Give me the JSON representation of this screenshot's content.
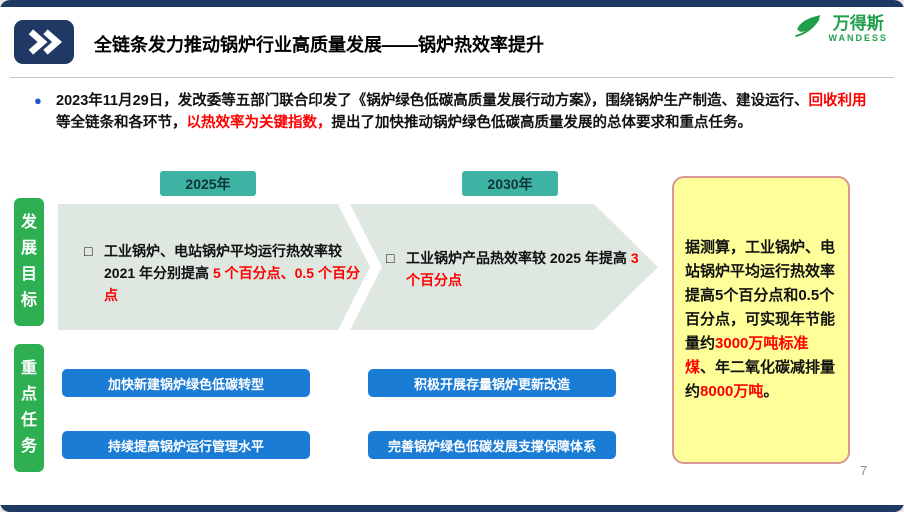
{
  "slide": {
    "title": "全链条发力推动锅炉行业高质量发展——锅炉热效率提升",
    "page_number": "7"
  },
  "logo": {
    "cn": "万得斯",
    "en": "WANDESS"
  },
  "intro": {
    "bullet": "●",
    "seg1": "2023年11月29日，发改委等五部门联合印发了《锅炉绿色低碳高质量发展行动方案》，围绕锅炉生产制造、建设运行、",
    "seg2_red": "回收利用",
    "seg3": "等全链条和各环节，",
    "seg4_red": "以热效率为关键指数，",
    "seg5": "提出了加快推动锅炉绿色低碳高质量发展的总体要求和重点任务。"
  },
  "timeline": {
    "year1": "2025年",
    "year2": "2030年",
    "side_label_goals": "发展目标",
    "side_label_tasks": "重点任务",
    "goal1": {
      "marker": "□",
      "seg1": "工业锅炉、电站锅炉平均运行热效率较 2021 年分别提高 ",
      "seg2_red": "5 个百分点、0.5 个百分点"
    },
    "goal2": {
      "marker": "□",
      "seg1": "工业锅炉产品热效率较 2025 年提高 ",
      "seg2_red": "3 个百分点"
    }
  },
  "callout": {
    "seg1": "据测算，工业锅炉、电站锅炉平均运行热效率提高5个百分点和0.5个百分点，可实现年节能量约",
    "seg2_red": "3000万吨标准煤",
    "seg3": "、年二氧化碳减排量约",
    "seg4_red": "8000万吨",
    "seg5": "。"
  },
  "tasks": [
    "加快新建锅炉绿色低碳转型",
    "积极开展存量锅炉更新改造",
    "持续提高锅炉运行管理水平",
    "完善锅炉绿色低碳发展支撑保障体系"
  ],
  "colors": {
    "navy": "#1F3864",
    "teal": "#3FB3A3",
    "green": "#2EB052",
    "blue_button": "#1B7CD6",
    "yellow_callout": "#FFFF99",
    "red_text": "#FF0000",
    "arrow_fill": "#DEE8E0",
    "logo_green": "#1F9E4B"
  }
}
